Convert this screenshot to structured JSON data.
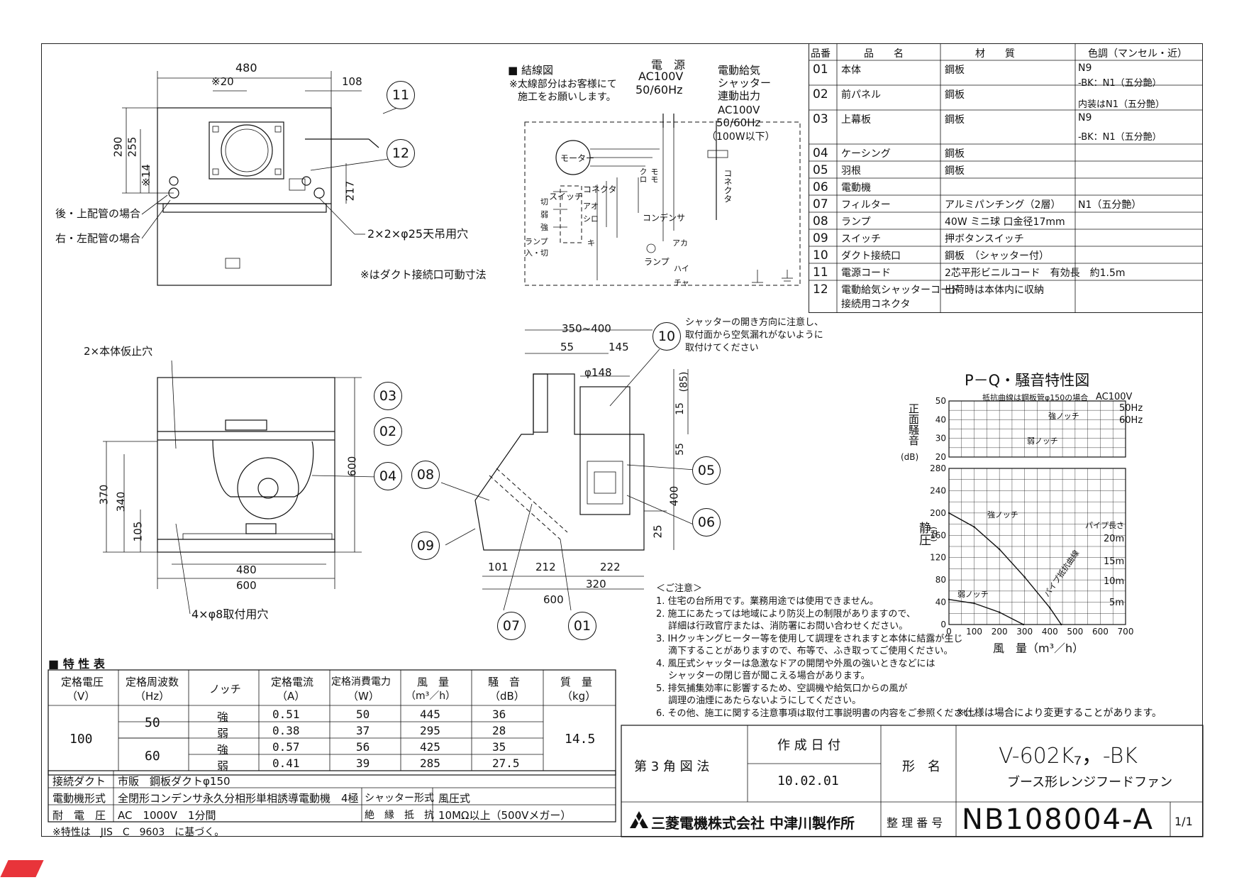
{
  "wiring": {
    "title": "■ 結線図",
    "note_1": "※太線部分はお客様にて",
    "note_2": "施工をお願いします。",
    "power_1": "電　源",
    "power_2": "AC100V",
    "power_3": "50/60Hz",
    "out_1": "電動給気",
    "out_2": "シャッター",
    "out_3": "連動出力",
    "out_4": "AC100V",
    "out_5": "50/60Hz",
    "out_6": "（100W以下）",
    "motor": "モーター",
    "connector": "コネクタ",
    "connector_v": "コネクタ",
    "switch": "スイッチ",
    "condenser": "コンデンサ",
    "lamp": "ランプ",
    "lamp_sw": "ランプ入・切",
    "kiri": "切",
    "jaku": "弱",
    "kyo": "強",
    "ao": "アオ",
    "shiro": "シロ",
    "aka": "アカ",
    "ki": "キ",
    "hai": "ハイ",
    "cha": "チャ",
    "kuro": "クロ",
    "momo": "モモ"
  },
  "top_view": {
    "dim_480": "480",
    "dim_20": "※20",
    "dim_108": "108",
    "dim_290": "290",
    "dim_255": "255",
    "dim_14": "※14",
    "dim_217": "217",
    "label_rear": "後・上配管の場合",
    "label_side": "右・左配管の場合",
    "label_holes": "2×2×φ25天吊用穴",
    "note": "※はダクト接続口可動寸法"
  },
  "front_view": {
    "label_temp": "2×本体仮止穴",
    "dim_370": "370",
    "dim_340": "340",
    "dim_105": "105",
    "dim_600v": "600",
    "dim_480": "480",
    "dim_600": "600",
    "label_mount": "4×φ8取付用穴"
  },
  "side_view": {
    "dim_350_400": "350~400",
    "dim_55": "55",
    "dim_145": "145",
    "dim_148": "φ148",
    "dim_85": "(85)",
    "dim_15": "15",
    "dim_55v": "55",
    "dim_400": "400",
    "dim_25": "25",
    "dim_101": "101",
    "dim_212": "212",
    "dim_222": "222",
    "dim_320": "320",
    "dim_600": "600",
    "shutter_note_1": "シャッターの開き方向に注意し、",
    "shutter_note_2": "取付面から空気漏れがないように",
    "shutter_note_3": "取付けてください"
  },
  "bubbles": [
    "11",
    "12",
    "03",
    "02",
    "04",
    "08",
    "09",
    "10",
    "05",
    "06",
    "07",
    "01"
  ],
  "parts": {
    "headers": [
      "品番",
      "品　　名",
      "材　　質",
      "色調（マンセル・近）"
    ],
    "rows": [
      [
        "01",
        "本体",
        "鋼板",
        "N9"
      ],
      [
        "02",
        "前パネル",
        "鋼板",
        ""
      ],
      [
        "03",
        "上幕板",
        "鋼板",
        "N9"
      ],
      [
        "04",
        "ケーシング",
        "鋼板",
        ""
      ],
      [
        "05",
        "羽根",
        "鋼板",
        ""
      ],
      [
        "06",
        "電動機",
        "",
        ""
      ],
      [
        "07",
        "フィルター",
        "アルミパンチング（2層）",
        "N1（五分艶）"
      ],
      [
        "08",
        "ランプ",
        "40W ミニ球 口金径17mm",
        ""
      ],
      [
        "09",
        "スイッチ",
        "押ボタンスイッチ",
        ""
      ],
      [
        "10",
        "ダクト接続口",
        "鋼板　（シャッター付）",
        ""
      ],
      [
        "11",
        "電源コード",
        "2芯平形ビニルコード　有効長　約1.5m",
        ""
      ],
      [
        "12",
        "電動給気シャッターコード",
        "出荷時は本体内に収納",
        ""
      ]
    ],
    "row12_line2": "接続用コネクタ",
    "color_01_2": "-BK：N1（五分艶）",
    "color_02_1": "内装はN1（五分艶）",
    "color_03_2": "-BK：N1（五分艶）"
  },
  "pq_chart": {
    "title": "P－Q・騒音特性図",
    "note": "抵抗曲線は鋼板管φ150の場合",
    "ac": "AC100V",
    "hz50": "50Hz",
    "hz60": "60Hz",
    "noise_label": "正面騒音",
    "noise_unit": "(dB)",
    "pressure_label": "静圧",
    "pressure_unit": "(Pa)",
    "xlabel": "風　量（m³／h）",
    "strong": "強ノッチ",
    "weak": "弱ノッチ",
    "pipe_len": "パイプ長さ",
    "pipe_curve": "パイプ抵抗曲線",
    "len_20": "20m",
    "len_15": "15m",
    "len_10": "10m",
    "len_5": "5m",
    "noise_ticks": [
      "50",
      "40",
      "30",
      "20"
    ],
    "pressure_ticks": [
      "280",
      "240",
      "200",
      "160",
      "120",
      "80",
      "40",
      "0"
    ],
    "x_ticks": [
      "0",
      "100",
      "200",
      "300",
      "400",
      "500",
      "600",
      "700"
    ]
  },
  "chart_data": {
    "type": "line",
    "title": "P－Q・騒音特性図",
    "xlabel": "風　量（m³／h）",
    "ylabel": "静圧(Pa)",
    "xlim": [
      0,
      700
    ],
    "ylim": [
      0,
      280
    ],
    "series": [
      {
        "name": "強ノッチ",
        "x": [
          0,
          100,
          200,
          300,
          400,
          445
        ],
        "y": [
          200,
          175,
          135,
          85,
          30,
          0
        ]
      },
      {
        "name": "弱ノッチ",
        "x": [
          0,
          100,
          200,
          295
        ],
        "y": [
          45,
          38,
          22,
          0
        ]
      }
    ]
  },
  "notes": {
    "heading": "＜ご注意＞",
    "items": [
      "1. 住宅の台所用です。業務用途では使用できません。",
      "2. 施工にあたっては地域により防災上の制限がありますので、",
      "　 詳細は行政官庁または、消防署にお問い合わせください。",
      "3. IHクッキングヒーター等を使用して調理をされますと本体に結露が生じ",
      "　 滴下することがありますので、布等で、ふき取ってご使用ください。",
      "4. 風圧式シャッターは急激なドアの開閉や外風の強いときなどには",
      "　 シャッターの閉じ音が聞こえる場合があります。",
      "5. 排気捕集効率に影響するため、空調機や給気口からの風が",
      "　 調理の油煙にあたらないようにしてください。",
      "6. その他、施工に関する注意事項は取付工事説明書の内容をご参照ください。"
    ],
    "spec_note": "※仕様は場合により変更することがあります。"
  },
  "specs": {
    "title": "■ 特 性 表",
    "headers": [
      "定格電圧\n(V)",
      "定格周波数\n(Hz)",
      "ノッチ",
      "定格電流\n(A)",
      "定格消費電力\n(W)",
      "風　量\n(m³/h)",
      "騒　音\n(dB)",
      "質　量\n(kg)"
    ],
    "h_voltage": "定格電圧",
    "h_voltage_u": "（V）",
    "h_freq": "定格周波数",
    "h_freq_u": "（Hz）",
    "h_notch": "ノッチ",
    "h_current": "定格電流",
    "h_current_u": "（A）",
    "h_power": "定格消費電力",
    "h_power_u": "（W）",
    "h_air": "風　量",
    "h_air_u": "（m³／h）",
    "h_noise": "騒　音",
    "h_noise_u": "（dB）",
    "h_mass": "質　量",
    "h_mass_u": "（kg）",
    "voltage": "100",
    "mass": "14.5",
    "f50": "50",
    "f60": "60",
    "rows": [
      [
        "強",
        "0.51",
        "50",
        "445",
        "36"
      ],
      [
        "弱",
        "0.38",
        "37",
        "295",
        "28"
      ],
      [
        "強",
        "0.57",
        "56",
        "425",
        "35"
      ],
      [
        "弱",
        "0.41",
        "39",
        "285",
        "27.5"
      ]
    ],
    "duct_label": "接続ダクト",
    "duct_value": "市販　鋼板ダクトφ150",
    "motor_label": "電動機形式",
    "motor_value": "全閉形コンデンサ永久分相形単相誘導電動機　4極",
    "shutter_label": "シャッター形式",
    "shutter_value": "風圧式",
    "withstand_label": "耐　電　圧",
    "withstand_value": "AC　1000V　1分間",
    "insulation_label": "絶　縁　抵　抗",
    "insulation_value": "10MΩ以上（500Vメガー）",
    "footnote": "※特性は　JIS　C　9603　に基づく。"
  },
  "title_block": {
    "projection": "第 3 角 図 法",
    "date_label": "作 成 日 付",
    "date": "10.02.01",
    "model_label": "形　名",
    "model": "V-602K₇，-BK",
    "product": "ブース形レンジフードファン",
    "company": "三菱電機株式会社 中津川製作所",
    "doc_label": "整 理 番 号",
    "doc_no": "NB108004-A",
    "page": "1/1"
  }
}
